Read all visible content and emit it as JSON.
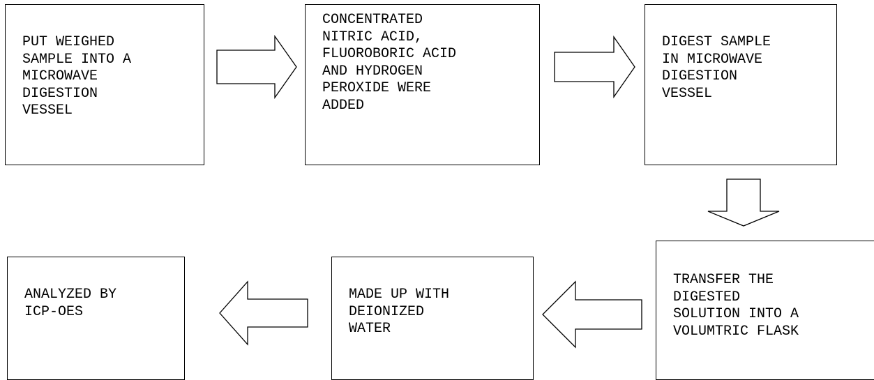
{
  "steps": [
    {
      "id": 1,
      "text": "PUT WEIGHED\nSAMPLE INTO A\nMICROWAVE\nDIGESTION\nVESSEL"
    },
    {
      "id": 2,
      "text": "CONCENTRATED\nNITRIC ACID,\nFLUOROBORIC ACID\nAND HYDROGEN\nPEROXIDE WERE\nADDED"
    },
    {
      "id": 3,
      "text": "DIGEST SAMPLE\nIN MICROWAVE\nDIGESTION\nVESSEL"
    },
    {
      "id": 4,
      "text": "TRANSFER THE\nDIGESTED\nSOLUTION INTO A\nVOLUMTRIC FLASK"
    },
    {
      "id": 5,
      "text": "MADE UP WITH\nDEIONIZED\nWATER"
    },
    {
      "id": 6,
      "text": "ANALYZED BY\nICP-OES"
    }
  ],
  "arrows": [
    {
      "from": 1,
      "to": 2,
      "direction": "right"
    },
    {
      "from": 2,
      "to": 3,
      "direction": "right"
    },
    {
      "from": 3,
      "to": 4,
      "direction": "down"
    },
    {
      "from": 4,
      "to": 5,
      "direction": "left"
    },
    {
      "from": 5,
      "to": 6,
      "direction": "left"
    }
  ]
}
